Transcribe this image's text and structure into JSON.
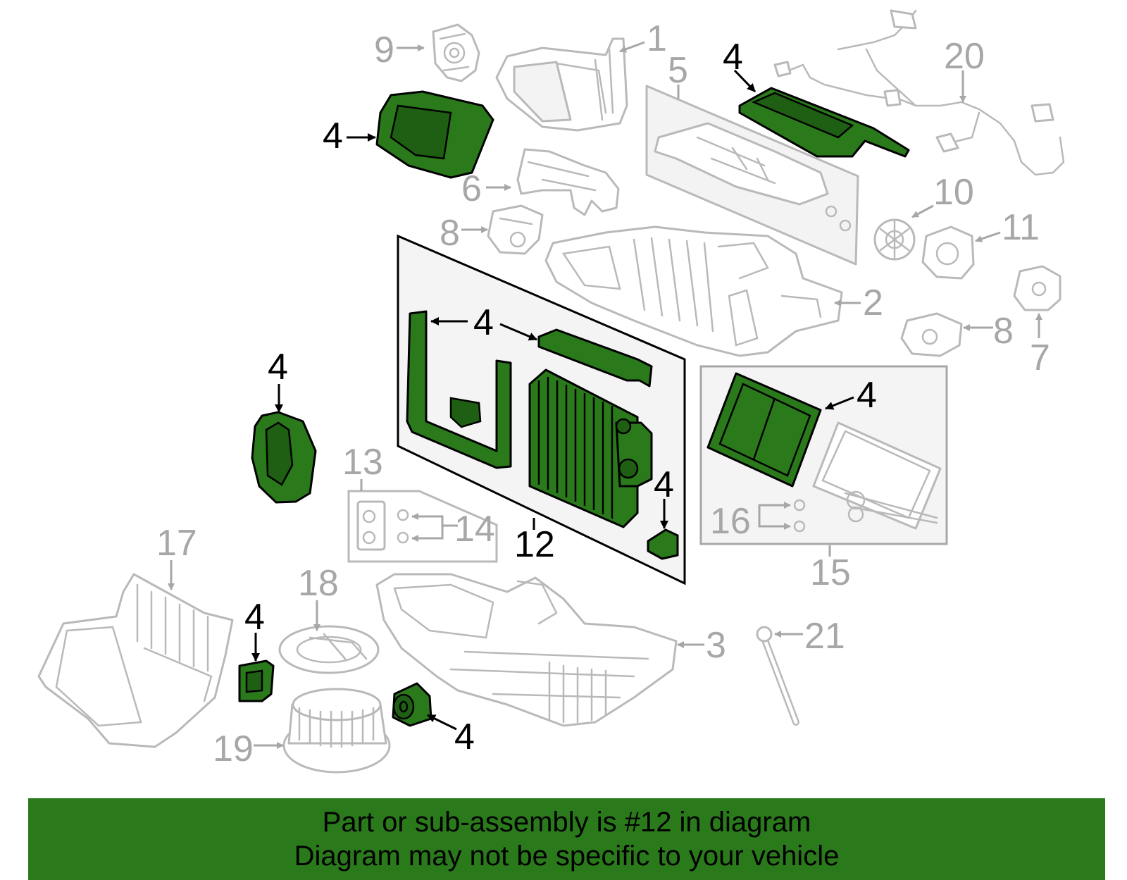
{
  "callouts": {
    "c1": "1",
    "c2": "2",
    "c3": "3",
    "c4a": "4",
    "c4b": "4",
    "c4c": "4",
    "c4d": "4",
    "c4e": "4",
    "c4f": "4",
    "c4g": "4",
    "c4h": "4",
    "c5": "5",
    "c6": "6",
    "c7": "7",
    "c8a": "8",
    "c8b": "8",
    "c9": "9",
    "c10": "10",
    "c11": "11",
    "c12": "12",
    "c13": "13",
    "c14": "14",
    "c15": "15",
    "c16": "16",
    "c17": "17",
    "c18": "18",
    "c19": "19",
    "c20": "20",
    "c21": "21"
  },
  "banner": {
    "line1": "Part or sub-assembly is #12 in diagram",
    "line2": "Diagram may not be specific to your vehicle"
  },
  "colors": {
    "highlight": "#2a7a1c",
    "grey_part": "#b9b9b9",
    "grey_label": "#a7a7a7"
  }
}
